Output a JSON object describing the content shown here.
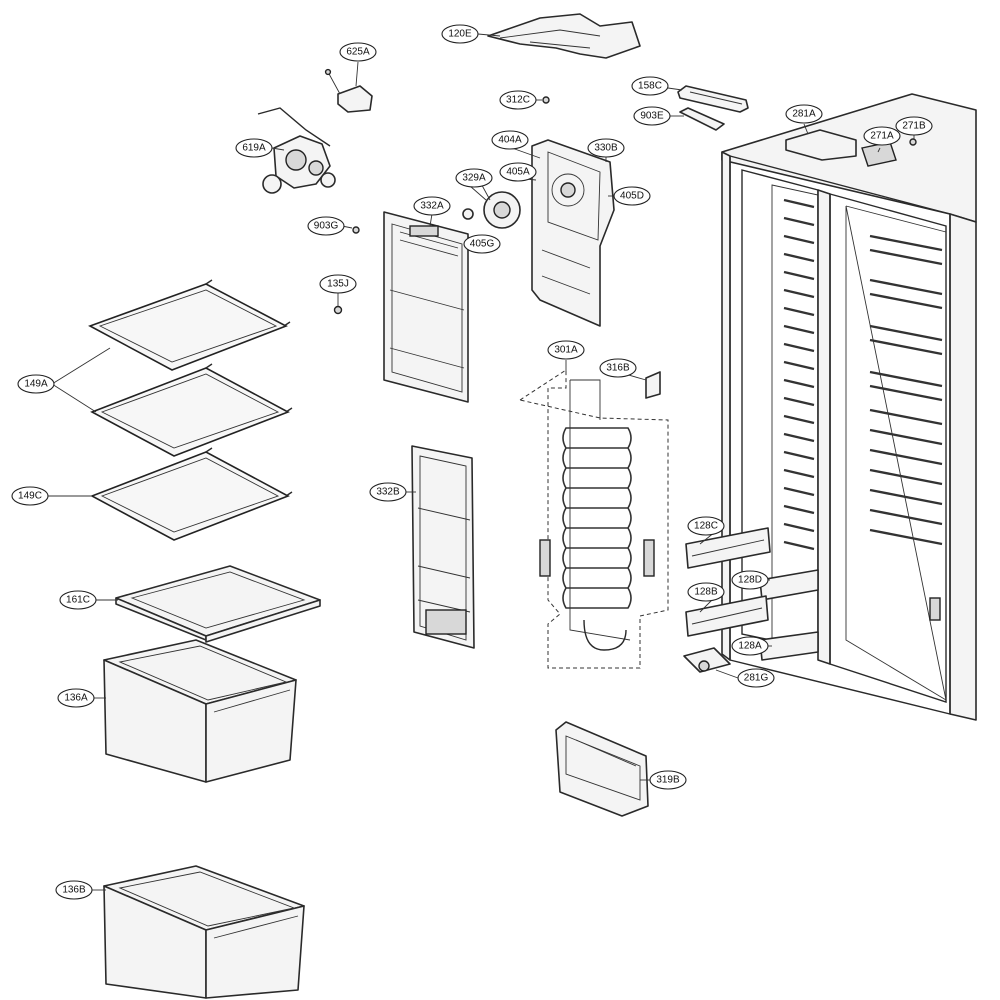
{
  "diagram": {
    "callouts": [
      {
        "id": "c-120E",
        "label": "120E"
      },
      {
        "id": "c-625A",
        "label": "625A"
      },
      {
        "id": "c-312C",
        "label": "312C"
      },
      {
        "id": "c-158C",
        "label": "158C"
      },
      {
        "id": "c-903E",
        "label": "903E"
      },
      {
        "id": "c-281A",
        "label": "281A"
      },
      {
        "id": "c-271B",
        "label": "271B"
      },
      {
        "id": "c-271A",
        "label": "271A"
      },
      {
        "id": "c-619A",
        "label": "619A"
      },
      {
        "id": "c-404A",
        "label": "404A"
      },
      {
        "id": "c-330B",
        "label": "330B"
      },
      {
        "id": "c-405A",
        "label": "405A"
      },
      {
        "id": "c-329A",
        "label": "329A"
      },
      {
        "id": "c-405D",
        "label": "405D"
      },
      {
        "id": "c-332A",
        "label": "332A"
      },
      {
        "id": "c-903G",
        "label": "903G"
      },
      {
        "id": "c-405G",
        "label": "405G"
      },
      {
        "id": "c-135J",
        "label": "135J"
      },
      {
        "id": "c-149A",
        "label": "149A"
      },
      {
        "id": "c-301A",
        "label": "301A"
      },
      {
        "id": "c-316B",
        "label": "316B"
      },
      {
        "id": "c-332B",
        "label": "332B"
      },
      {
        "id": "c-149C",
        "label": "149C"
      },
      {
        "id": "c-128C",
        "label": "128C"
      },
      {
        "id": "c-128D",
        "label": "128D"
      },
      {
        "id": "c-161C",
        "label": "161C"
      },
      {
        "id": "c-128B",
        "label": "128B"
      },
      {
        "id": "c-128A",
        "label": "128A"
      },
      {
        "id": "c-281G",
        "label": "281G"
      },
      {
        "id": "c-136A",
        "label": "136A"
      },
      {
        "id": "c-319B",
        "label": "319B"
      },
      {
        "id": "c-136B",
        "label": "136B"
      }
    ]
  }
}
